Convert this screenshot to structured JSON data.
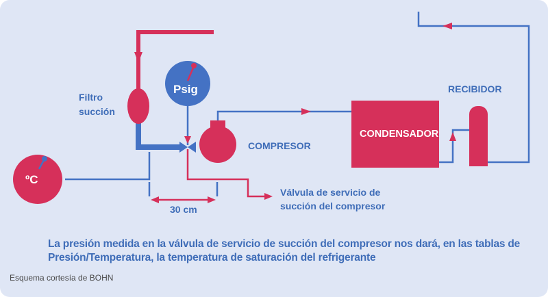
{
  "colors": {
    "background": "#dfe6f5",
    "pipe_blue": "#4472c4",
    "pipe_red": "#d63a5c",
    "component_red": "#d6305a",
    "text_blue": "#3f6db8"
  },
  "labels": {
    "filter": [
      "Filtro",
      "succión"
    ],
    "gauge_psig": "Psig",
    "thermometer": "ºC",
    "compressor": "COMPRESOR",
    "condenser": "CONDENSADOR",
    "receiver": "RECIBIDOR",
    "valve": [
      "Válvula de servicio de",
      "succión del compresor"
    ],
    "distance": "30 cm"
  },
  "caption": "La presión medida en la válvula de servicio de succión del compresor nos dará, en las tablas de Presión/Temperatura, la temperatura de saturación del refrigerante",
  "credit": "Esquema cortesía de BOHN"
}
